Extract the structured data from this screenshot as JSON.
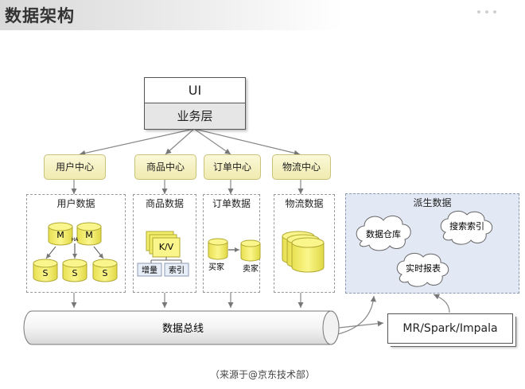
{
  "header": {
    "title": "数据架构"
  },
  "top_box": {
    "ui": "UI",
    "business": "业务层"
  },
  "centers": [
    "用户中心",
    "商品中心",
    "订单中心",
    "物流中心"
  ],
  "data_groups": {
    "user": "用户数据",
    "product": "商品数据",
    "order": "订单数据",
    "logistics": "物流数据"
  },
  "user_data": {
    "master": "M",
    "ha": "HA",
    "slave": "S"
  },
  "product_data": {
    "kv": "K/V",
    "increment": "增量",
    "index": "索引"
  },
  "order_data": {
    "buyer": "买家",
    "seller": "卖家"
  },
  "derived": {
    "title": "派生数据",
    "items": [
      "数据仓库",
      "搜索索引",
      "实时报表"
    ]
  },
  "bus": {
    "label": "数据总线"
  },
  "compute": {
    "label": "MR/Spark/Impala"
  },
  "caption": "（来源于@京东技术部）",
  "colors": {
    "cylinder": "#f4ef6b",
    "center_fill": "#f6f2c4",
    "derived_bg": "#e3e9f4"
  }
}
